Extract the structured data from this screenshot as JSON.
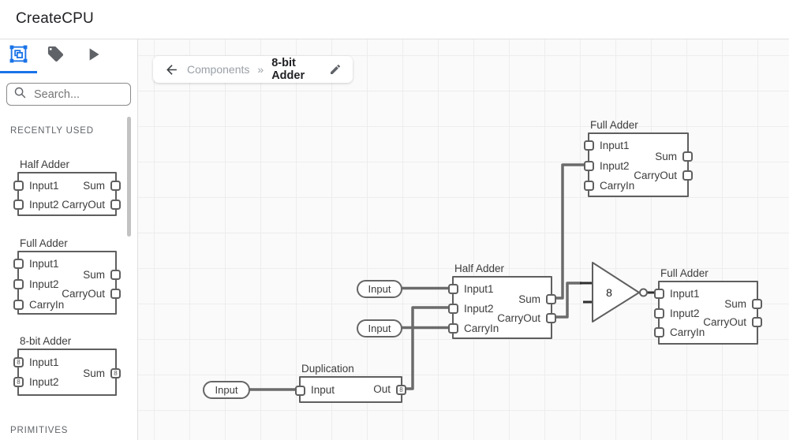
{
  "header": {
    "title": "CreateCPU"
  },
  "sidebar": {
    "search_placeholder": "Search...",
    "section_recent": "RECENTLY USED",
    "section_primitives": "PRIMITIVES",
    "lib_half": {
      "title": "Half Adder",
      "in1": "Input1",
      "in2": "Input2",
      "out1": "Sum",
      "out2": "CarryOut"
    },
    "lib_full": {
      "title": "Full Adder",
      "in1": "Input1",
      "in2": "Input2",
      "in3": "CarryIn",
      "out1": "Sum",
      "out2": "CarryOut"
    },
    "lib_8bit": {
      "title": "8-bit Adder",
      "in1": "Input1",
      "in2": "Input2",
      "out1": "Sum",
      "bus": "8"
    }
  },
  "breadcrumb": {
    "parent": "Components",
    "separator": "»",
    "current": "8-bit Adder"
  },
  "canvas": {
    "fa_top": {
      "title": "Full Adder",
      "in1": "Input1",
      "in2": "Input2",
      "in3": "CarryIn",
      "out1": "Sum",
      "out2": "CarryOut"
    },
    "half": {
      "title": "Half Adder",
      "in1": "Input1",
      "in2": "Input2",
      "in3": "CarryIn",
      "out1": "Sum",
      "out2": "CarryOut"
    },
    "fa_right": {
      "title": "Full Adder",
      "in1": "Input1",
      "in2": "Input2",
      "in3": "CarryIn",
      "out1": "Sum",
      "out2": "CarryOut"
    },
    "dup": {
      "title": "Duplication",
      "in1": "Input",
      "out1": "Out",
      "bus": "8"
    },
    "gate": {
      "label": "8"
    },
    "input_pill_1": "Input",
    "input_pill_2": "Input",
    "input_pill_3": "Input"
  },
  "colors": {
    "accent": "#1a73e8",
    "wire": "#6b6b6b",
    "component_border": "#5f5f5f",
    "canvas_bg": "#fafafa",
    "grid_line": "#ededed"
  }
}
